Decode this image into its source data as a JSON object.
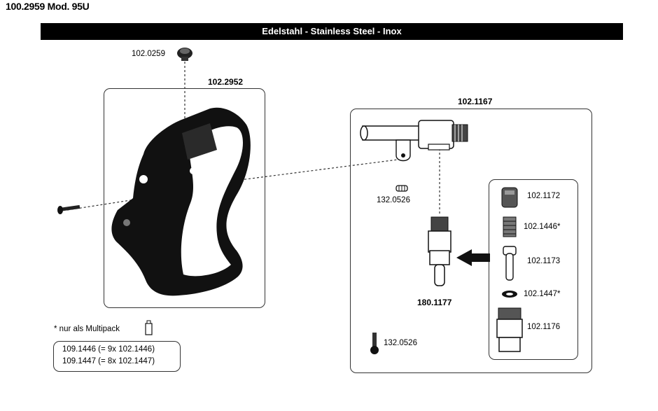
{
  "header": {
    "title": "100.2959 Mod. 95U"
  },
  "banner": {
    "text": "Edelstahl - Stainless Steel - Inox"
  },
  "parts": {
    "cap_top": "102.0259",
    "bowl": "102.2952",
    "valve_assembly": "102.1167",
    "screw_small": "132.0526",
    "valve_insert": "180.1177",
    "screw_bottom": "132.0526",
    "nut": "102.1172",
    "spring": "102.1446*",
    "pin": "102.1173",
    "oring": "102.1447*",
    "body": "102.1176"
  },
  "legend": {
    "note": "* nur als Multipack",
    "lines": [
      "109.1446 (= 9x 102.1446)",
      "109.1447 (= 8x 102.1447)"
    ]
  },
  "colors": {
    "ink": "#000000",
    "line": "#333333",
    "background": "#ffffff"
  }
}
